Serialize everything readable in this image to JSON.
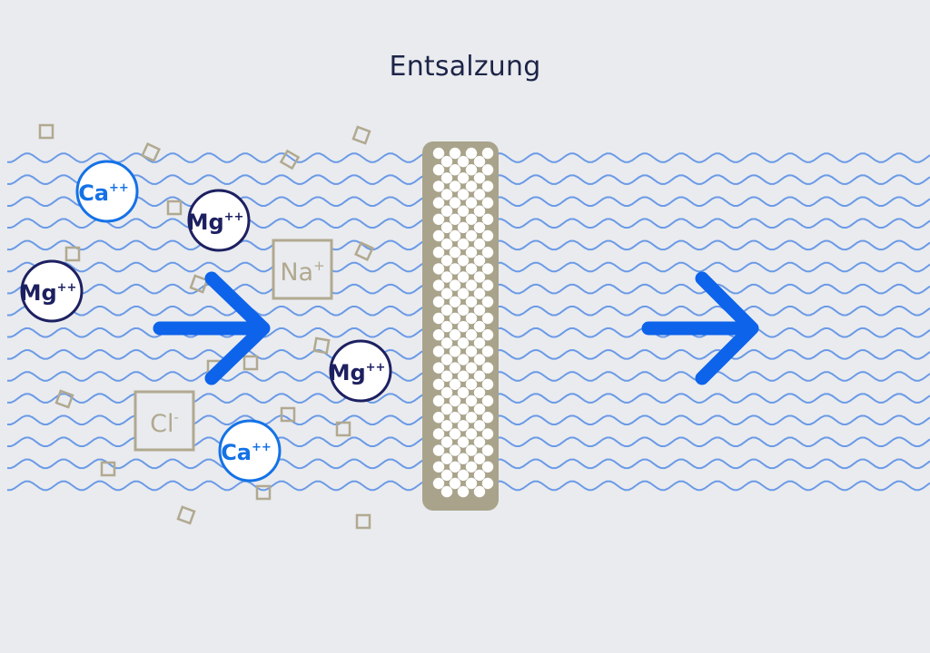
{
  "title": "Entsalzung",
  "colors": {
    "background": "#e9ebef",
    "water": "#6b9ae6",
    "arrow": "#0d63ea",
    "calcium": "#1472e6",
    "magnesium": "#1d2060",
    "salt": "#b1a990",
    "membrane": "#a8a38a",
    "pore": "#ffffff"
  },
  "ions": [
    {
      "id": "ca-1",
      "symbol": "Ca",
      "charge": "++"
    },
    {
      "id": "mg-1",
      "symbol": "Mg",
      "charge": "++"
    },
    {
      "id": "mg-2",
      "symbol": "Mg",
      "charge": "++"
    },
    {
      "id": "mg-3",
      "symbol": "Mg",
      "charge": "++"
    },
    {
      "id": "ca-2",
      "symbol": "Ca",
      "charge": "++"
    }
  ],
  "salt_ions": [
    {
      "id": "na",
      "symbol": "Na",
      "charge": "+"
    },
    {
      "id": "cl",
      "symbol": "Cl",
      "charge": "-"
    }
  ],
  "icons": {
    "flow_in": "arrow-right-icon",
    "flow_out": "arrow-right-icon",
    "membrane": "membrane-filter-icon",
    "particle": "square-particle-icon",
    "water": "water-wave-icon"
  }
}
